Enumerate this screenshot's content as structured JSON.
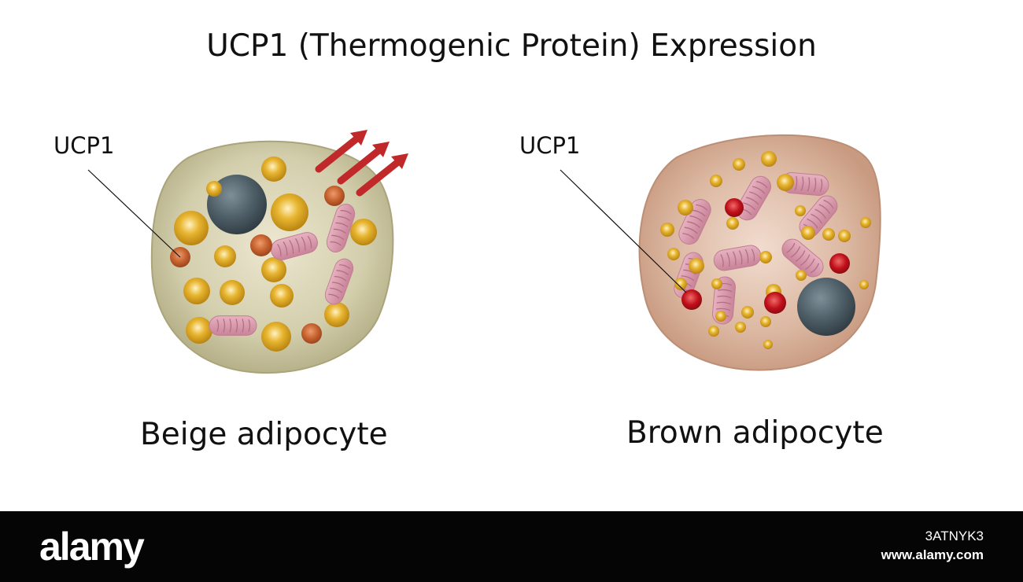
{
  "title": "UCP1 (Thermogenic Protein) Expression",
  "cells": [
    {
      "caption": "Beige adipocyte",
      "callout": "UCP1",
      "membrane_color": "#bdb894"
    },
    {
      "caption": "Brown adipocyte",
      "callout": "UCP1",
      "membrane_color": "#d6ab94"
    }
  ],
  "footer": {
    "brand": "alamy",
    "image_id": "3ATNYK3",
    "site": "www.alamy.com"
  },
  "colors": {
    "lipid": "#d9a21c",
    "ucp1_beige": "#c4602d",
    "ucp1_brown": "#c0101a",
    "mitochondria": "#d796a8",
    "nucleus": "#4a5a63",
    "arrow": "#c0282a"
  }
}
